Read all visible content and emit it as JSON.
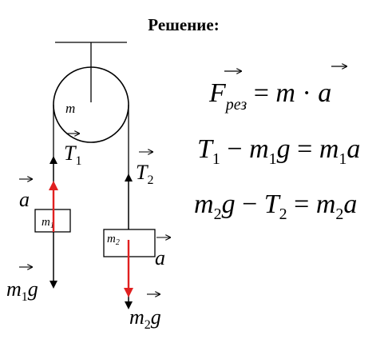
{
  "heading": "Решение:",
  "colors": {
    "ink": "#000000",
    "accent_arrow": "#e02020"
  },
  "pulley": {
    "mass_label": "m"
  },
  "labels": {
    "T1_base": "T",
    "T1_sub": "1",
    "T2_base": "T",
    "T2_sub": "2",
    "a_left": "a",
    "a_right": "a",
    "m1_box_base": "m",
    "m1_box_sub": "1",
    "m2_box_base": "m",
    "m2_box_sub": "2",
    "m1g_m": "m",
    "m1g_sub": "1",
    "m1g_g": "g",
    "m2g_m": "m",
    "m2g_sub": "2",
    "m2g_g": "g"
  },
  "equations": {
    "eq1": {
      "F": "F",
      "F_sub": "рез",
      "eq": " = ",
      "m": "m",
      "dot": " · ",
      "a": "a"
    },
    "eq2": {
      "T": "T",
      "T_sub": "1",
      "minus": " − ",
      "m": "m",
      "m_sub": "1",
      "g": "g",
      "eq": " = ",
      "m2": "m",
      "m2_sub": "1",
      "a": "a"
    },
    "eq3": {
      "m": "m",
      "m_sub": "2",
      "g": "g",
      "minus": " − ",
      "T": "T",
      "T_sub": "2",
      "eq": " = ",
      "m2": "m",
      "m2_sub": "2",
      "a": "a"
    }
  }
}
